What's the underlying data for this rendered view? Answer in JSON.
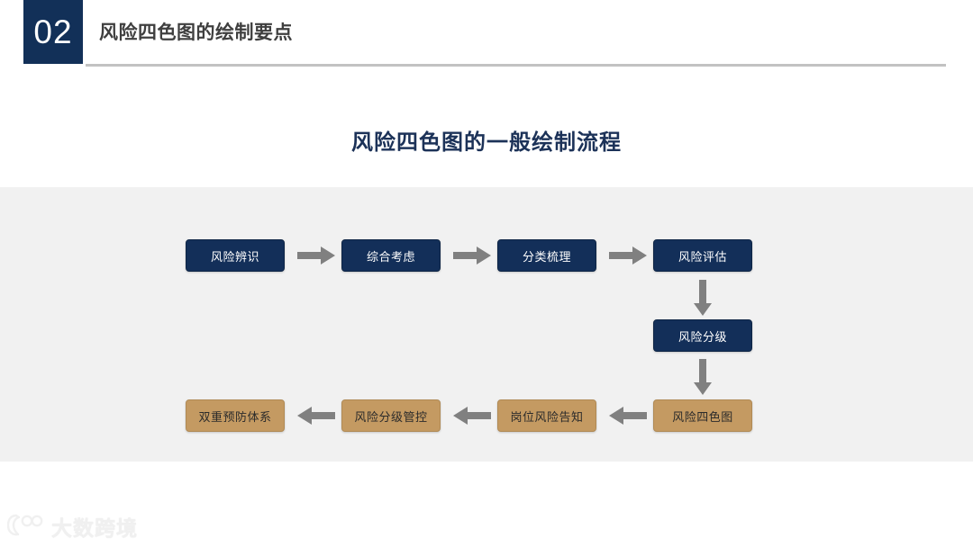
{
  "header": {
    "section_number": "02",
    "title": "风险四色图的绘制要点",
    "number_box_color": "#123058",
    "rule_color": "#c2c2c2"
  },
  "main": {
    "heading": "风险四色图的一般绘制流程",
    "heading_color": "#1c3258",
    "panel_bg": "#f1f1f1",
    "blue_color": "#132F59",
    "tan_color": "#C49A62",
    "arrow_color": "#808080"
  },
  "diagram": {
    "type": "flowchart",
    "row_top": [
      {
        "label": "风险辨识",
        "style": "blue"
      },
      {
        "label": "综合考虑",
        "style": "blue"
      },
      {
        "label": "分类梳理",
        "style": "blue"
      },
      {
        "label": "风险评估",
        "style": "blue"
      }
    ],
    "row_middle": [
      {
        "label": "风险分级",
        "style": "blue"
      }
    ],
    "row_bottom": [
      {
        "label": "双重预防体系",
        "style": "tan"
      },
      {
        "label": "风险分级管控",
        "style": "tan"
      },
      {
        "label": "岗位风险告知",
        "style": "tan"
      },
      {
        "label": "风险四色图",
        "style": "tan"
      }
    ],
    "arrows": {
      "top_right_1": "arrow-right",
      "top_right_2": "arrow-right",
      "top_right_3": "arrow-right",
      "down_1": "arrow-down",
      "down_2": "arrow-down",
      "bottom_left_1": "arrow-left",
      "bottom_left_2": "arrow-left",
      "bottom_left_3": "arrow-left"
    }
  },
  "watermark": {
    "text": "大数跨境"
  }
}
